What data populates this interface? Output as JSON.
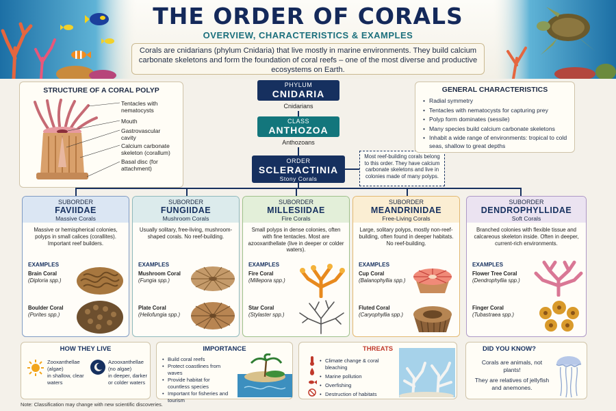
{
  "title": "THE ORDER OF CORALS",
  "subtitle": "OVERVIEW, CHARACTERISTICS & EXAMPLES",
  "intro": "Corals are cnidarians (phylum Cnidaria) that live mostly in marine environments. They build calcium carbonate skeletons and form the foundation of coral reefs – one of the most diverse and productive ecosystems on Earth.",
  "structure": {
    "heading": "STRUCTURE OF A CORAL POLYP",
    "labels": [
      "Tentacles with nematocysts",
      "Mouth",
      "Gastrovascular cavity",
      "Calcium carbonate skeleton (corallum)",
      "Basal disc (for attachment)"
    ]
  },
  "taxonomy": {
    "phylum": {
      "rank": "PHYLUM",
      "name": "CNIDARIA",
      "common": "Cnidarians"
    },
    "class": {
      "rank": "CLASS",
      "name": "ANTHOZOA",
      "common": "Anthozoans"
    },
    "order": {
      "rank": "ORDER",
      "name": "SCLERACTINIA",
      "common": "Stony Corals"
    },
    "note": "Most reef-building corals belong to this order. They have calcium carbonate skeletons and live in colonies made of many polyps."
  },
  "general": {
    "heading": "GENERAL CHARACTERISTICS",
    "items": [
      "Radial symmetry",
      "Tentacles with nematocysts for capturing prey",
      "Polyp form dominates (sessile)",
      "Many species build calcium carbonate skeletons",
      "Inhabit a wide range of environments: tropical to cold seas, shallow to great depths"
    ]
  },
  "suborders": [
    {
      "rank": "SUBORDER",
      "name": "FAVIIDAE",
      "common": "Massive Corals",
      "desc": "Massive or hemispherical colonies, polyps in small calices (corallites). Important reef builders.",
      "examples_label": "EXAMPLES",
      "examples": [
        {
          "name": "Brain Coral",
          "sci": "(Diploria spp.)"
        },
        {
          "name": "Boulder Coral",
          "sci": "(Porites spp.)"
        }
      ]
    },
    {
      "rank": "SUBORDER",
      "name": "FUNGIIDAE",
      "common": "Mushroom Corals",
      "desc": "Usually solitary, free-living, mushroom-shaped corals. No reef-building.",
      "examples_label": "EXAMPLES",
      "examples": [
        {
          "name": "Mushroom Coral",
          "sci": "(Fungia spp.)"
        },
        {
          "name": "Plate Coral",
          "sci": "(Heliofungia spp.)"
        }
      ]
    },
    {
      "rank": "SUBORDER",
      "name": "MILLESIIDAE",
      "common": "Fire Corals",
      "desc": "Small polyps in dense colonies, often with fine tentacles. Most are azooxanthellate (live in deeper or colder waters).",
      "examples_label": "EXAMPLES",
      "examples": [
        {
          "name": "Fire Coral",
          "sci": "(Millepora spp.)"
        },
        {
          "name": "Star Coral",
          "sci": "(Stylaster spp.)"
        }
      ]
    },
    {
      "rank": "SUBORDER",
      "name": "MEANDRINIDAE",
      "common": "Free-Living Corals",
      "desc": "Large, solitary polyps, mostly non-reef-building, often found in deeper habitats. No reef-building.",
      "examples_label": "EXAMPLES",
      "examples": [
        {
          "name": "Cup Coral",
          "sci": "(Balanophyllia spp.)"
        },
        {
          "name": "Fluted Coral",
          "sci": "(Caryophyllia spp.)"
        }
      ]
    },
    {
      "rank": "SUBORDER",
      "name": "DENDROPHYLLIDAE",
      "common": "Soft Corals",
      "desc": "Branched colonies with flexible tissue and calcareous skeleton inside. Often in deeper, current-rich environments.",
      "examples_label": "EXAMPLES",
      "examples": [
        {
          "name": "Flower Tree Coral",
          "sci": "(Dendrophyllia spp.)"
        },
        {
          "name": "Finger Coral",
          "sci": "(Tubastraea spp.)"
        }
      ]
    }
  ],
  "how_they_live": {
    "heading": "HOW THEY LIVE",
    "a_title": "Zooxanthellae (algae)",
    "a_text": "in shallow, clear waters",
    "b_title": "Azooxanthellae (no algae)",
    "b_text": "in deeper, darker or colder waters"
  },
  "importance": {
    "heading": "IMPORTANCE",
    "items": [
      "Build coral reefs",
      "Protect coastlines from waves",
      "Provide habitat for countless species",
      "Important for fisheries and tourism"
    ]
  },
  "threats": {
    "heading": "THREATS",
    "items": [
      "Climate change & coral bleaching",
      "Marine pollution",
      "Overfishing",
      "Destruction of habitats"
    ]
  },
  "did_you_know": {
    "heading": "DID YOU KNOW?",
    "line1": "Corals are animals, not plants!",
    "line2": "They are relatives of jellyfish and anemones."
  },
  "footnote": "Note: Classification may change with new scientific discoveries.",
  "colors": {
    "navy": "#16305f",
    "teal": "#13767c",
    "card_heads": [
      "#dbe6f3",
      "#dcebec",
      "#e3efd9",
      "#fbeed3",
      "#ebe3f1"
    ],
    "card_borders": [
      "#7f9bc3",
      "#8fb9bb",
      "#9fc08a",
      "#e2b871",
      "#ad98c6"
    ]
  }
}
